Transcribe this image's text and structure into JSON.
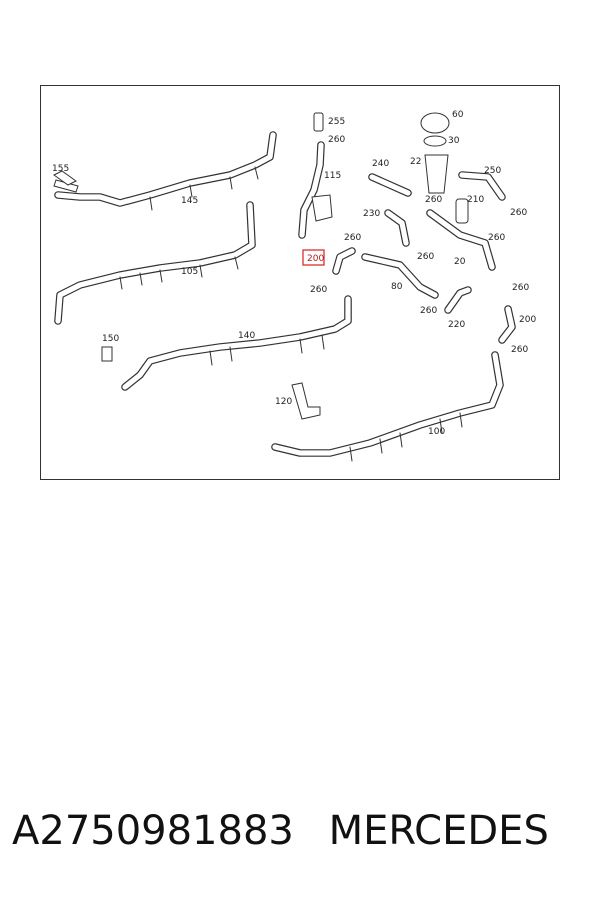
{
  "diagram": {
    "frame_color": "#333333",
    "highlight_color": "#d83030",
    "labels": {
      "l60": "60",
      "l30": "30",
      "l255": "255",
      "l260a": "260",
      "l240": "240",
      "l22": "22",
      "l250": "250",
      "l155": "155",
      "l115": "115",
      "l260b": "260",
      "l210": "210",
      "l260c": "260",
      "l145": "145",
      "l230": "230",
      "l260d": "260",
      "l260e": "260",
      "l200h": "200",
      "l260f": "260",
      "l20": "20",
      "l105": "105",
      "l80": "80",
      "l260g": "260",
      "l260h": "260",
      "l260i": "260",
      "l200b": "200",
      "l220": "220",
      "l150": "150",
      "l140": "140",
      "l260j": "260",
      "l120": "120",
      "l100": "100"
    }
  },
  "caption": {
    "part_number": "A2750981883",
    "brand": "MERCEDES"
  }
}
